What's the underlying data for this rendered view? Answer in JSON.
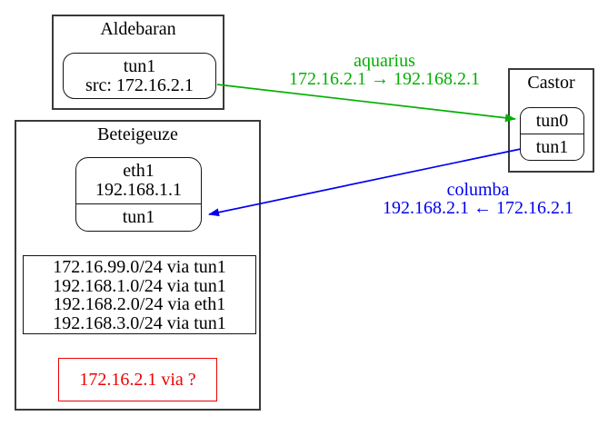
{
  "colors": {
    "green": "#00b000",
    "blue": "#0000ee",
    "red": "#ef0000",
    "border": "#3a3a3a"
  },
  "nodes": {
    "aldebaran": {
      "title": "Aldebaran",
      "interface": {
        "name": "tun1",
        "src": "src: 172.16.2.1"
      }
    },
    "castor": {
      "title": "Castor",
      "interfaces": {
        "top": "tun0",
        "bottom": "tun1"
      }
    },
    "beteigeuze": {
      "title": "Beteigeuze",
      "interface": {
        "name": "eth1",
        "address": "192.168.1.1",
        "tunnel": "tun1"
      },
      "routes": [
        "172.16.99.0/24 via tun1",
        "192.168.1.0/24 via tun1",
        "192.168.2.0/24 via eth1",
        "192.168.3.0/24 via tun1"
      ],
      "missing_route": "172.16.2.1 via ?"
    }
  },
  "edges": {
    "aquarius": {
      "label": "aquarius",
      "detail": "172.16.2.1 → 192.168.2.1",
      "color": "#00b000"
    },
    "columba": {
      "label": "columba",
      "detail": "192.168.2.1 ← 172.16.2.1",
      "color": "#0000ee"
    }
  }
}
